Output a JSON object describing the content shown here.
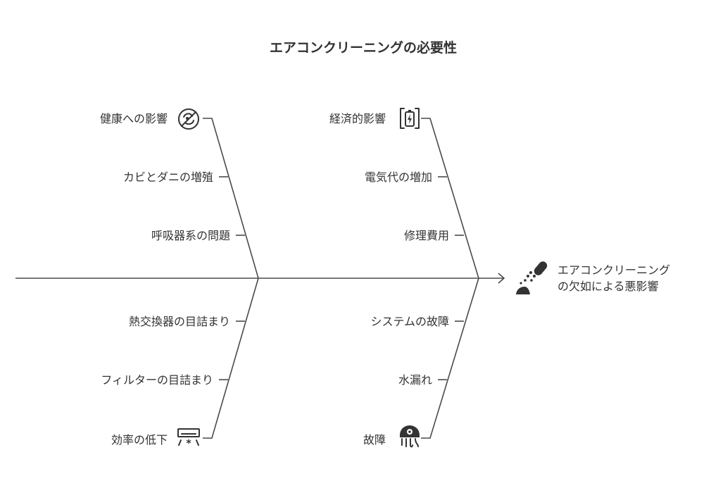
{
  "title": "エアコンクリーニングの必要性",
  "effect": {
    "line1": "エアコンクリーニング",
    "line2": "の欠如による悪影響"
  },
  "categories": {
    "health": {
      "label": "健康への影響",
      "causes": [
        "カビとダニの増殖",
        "呼吸器系の問題"
      ]
    },
    "economic": {
      "label": "経済的影響",
      "causes": [
        "電気代の増加",
        "修理費用"
      ]
    },
    "efficiency": {
      "label": "効率の低下",
      "causes": [
        "熱交換器の目詰まり",
        "フィルターの目詰まり"
      ]
    },
    "failure": {
      "label": "故障",
      "causes": [
        "システムの故障",
        "水漏れ"
      ]
    }
  },
  "icons": {
    "health": "no-germs-icon",
    "economic": "battery-charging-icon",
    "efficiency": "air-conditioner-icon",
    "failure": "robot-octopus-icon",
    "effect": "spray-cleaning-icon"
  }
}
